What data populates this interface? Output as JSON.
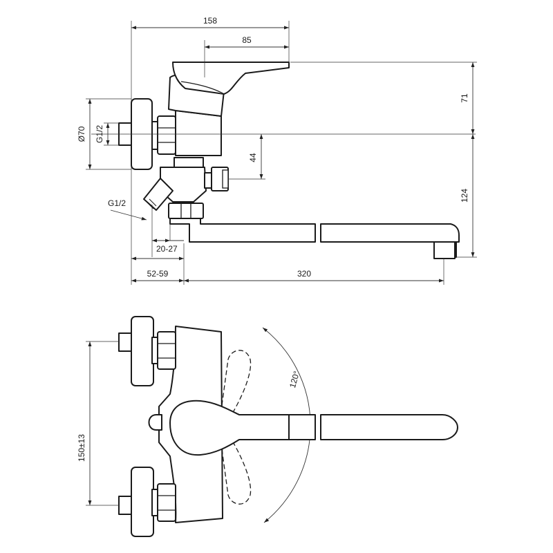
{
  "dimensions": {
    "overall_depth": "158",
    "lever_offset": "85",
    "lever_height": "71",
    "wall_plate_diameter": "Ø70",
    "inlet_thread_top": "G1/2",
    "diverter_height": "44",
    "outlet_thread": "G1/2",
    "spout_height": "124",
    "eccentric_adjust": "20-27",
    "wall_offset": "52-59",
    "spout_reach": "320",
    "inlet_spacing": "150±13",
    "swivel_angle": "120°"
  },
  "colors": {
    "line": "#1a1a1a",
    "background": "#ffffff"
  }
}
